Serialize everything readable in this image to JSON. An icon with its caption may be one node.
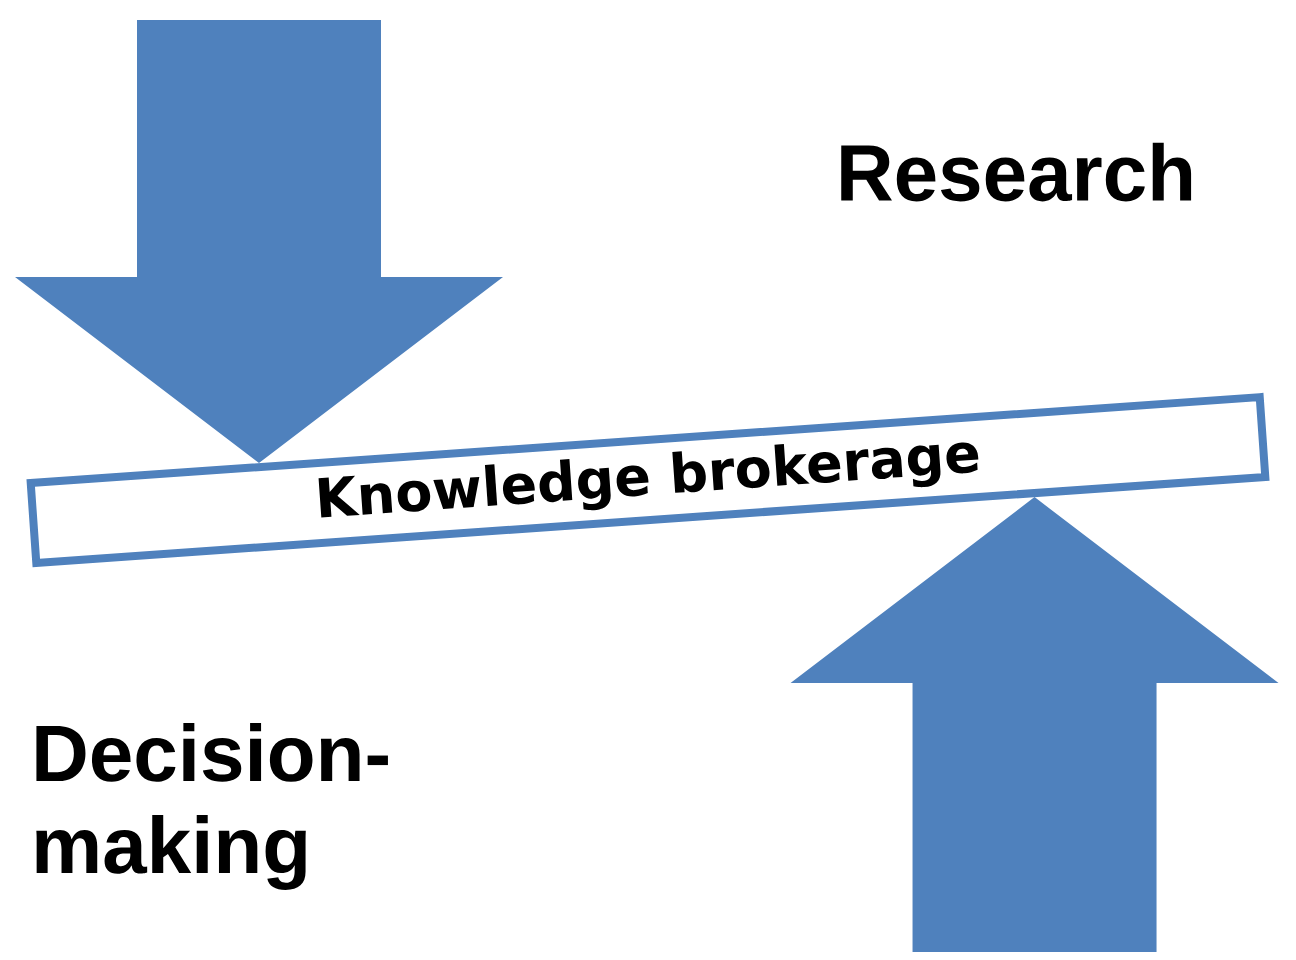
{
  "diagram": {
    "nodes": [
      {
        "text": [
          "Research"
        ]
      },
      {
        "text": [
          "Knowledge brokerage"
        ]
      },
      {
        "text": [
          "Decision-making"
        ]
      }
    ],
    "edges": [
      {
        "from": null,
        "to": 1,
        "arrow": "to"
      },
      {
        "from": null,
        "to": 1,
        "arrow": "to"
      }
    ]
  }
}
